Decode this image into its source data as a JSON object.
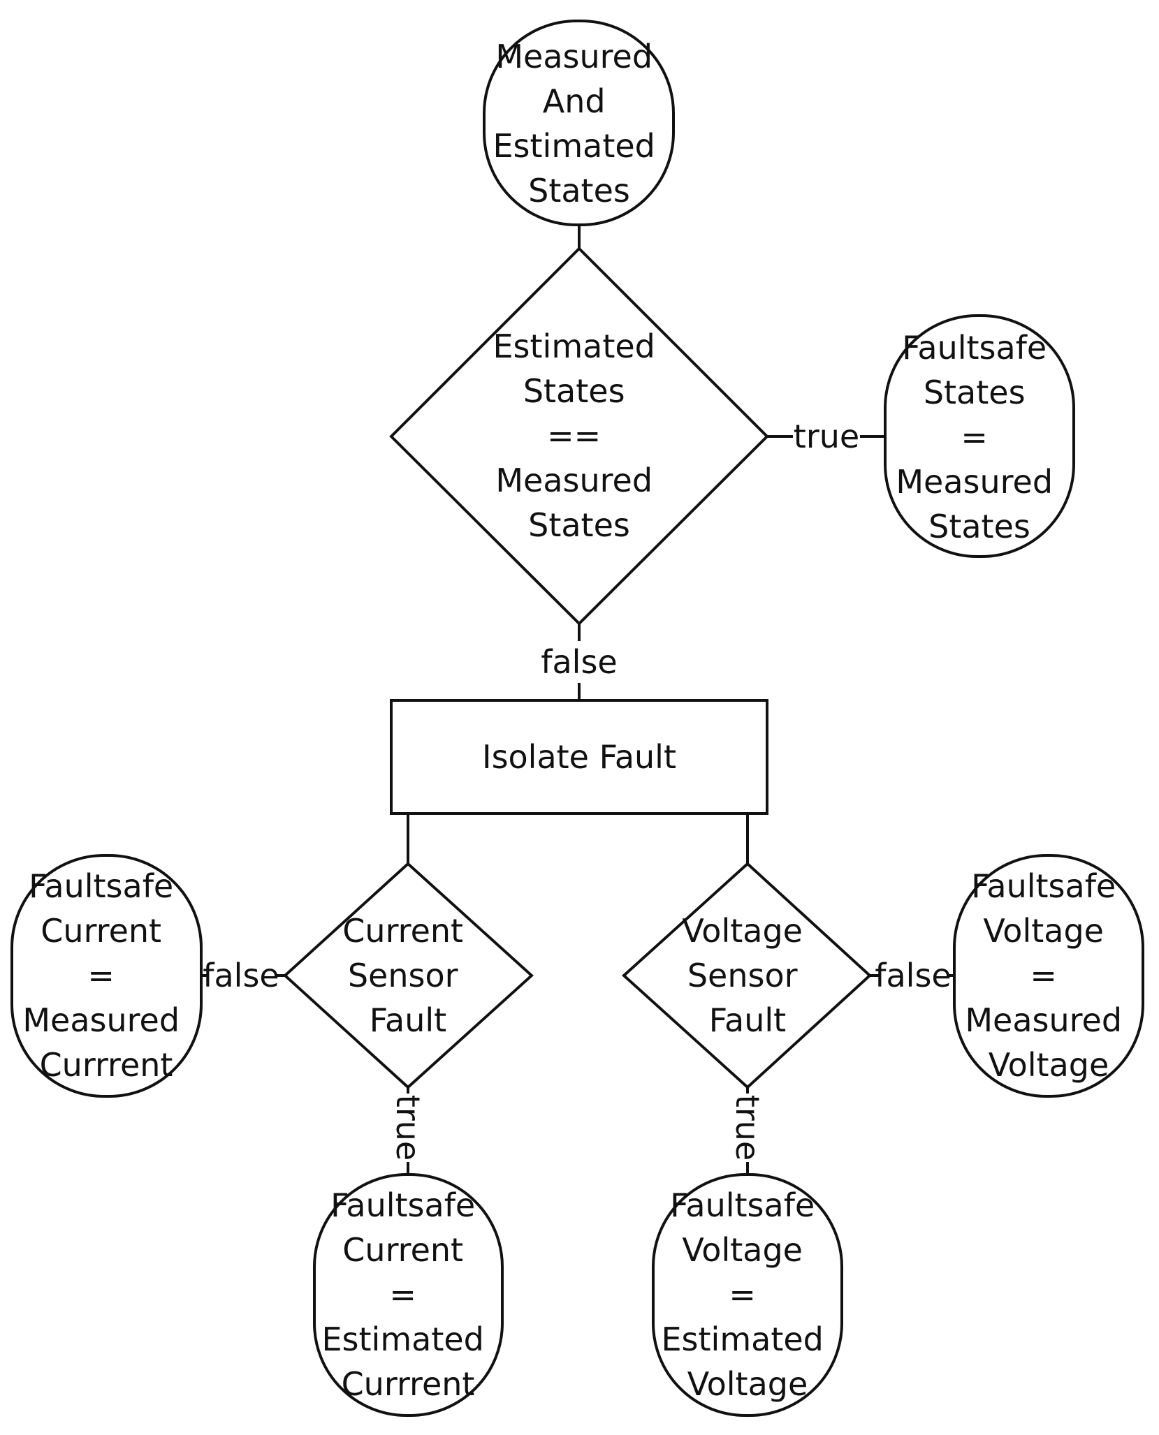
{
  "nodes": {
    "start": [
      "Measured",
      "And",
      "Estimated",
      "States"
    ],
    "decision_states_equal": [
      "Estimated",
      "States",
      "==",
      "Measured",
      "States"
    ],
    "faultsafe_states_measured": [
      "Faultsafe",
      "States",
      "=",
      "Measured",
      "States"
    ],
    "isolate_fault": [
      "Isolate Fault"
    ],
    "decision_current_fault": [
      "Current",
      "Sensor",
      "Fault"
    ],
    "decision_voltage_fault": [
      "Voltage",
      "Sensor",
      "Fault"
    ],
    "faultsafe_current_measured": [
      "Faultsafe",
      "Current",
      "=",
      "Measured",
      "Currrent"
    ],
    "faultsafe_voltage_measured": [
      "Faultsafe",
      "Voltage",
      "=",
      "Measured",
      "Voltage"
    ],
    "faultsafe_current_estimated": [
      "Faultsafe",
      "Current",
      "=",
      "Estimated",
      "Currrent"
    ],
    "faultsafe_voltage_estimated": [
      "Faultsafe",
      "Voltage",
      "=",
      "Estimated",
      "Voltage"
    ]
  },
  "edges": {
    "states_equal_true": "true",
    "states_equal_false": "false",
    "current_fault_false": "false",
    "current_fault_true": "true",
    "voltage_fault_false": "false",
    "voltage_fault_true": "true"
  }
}
